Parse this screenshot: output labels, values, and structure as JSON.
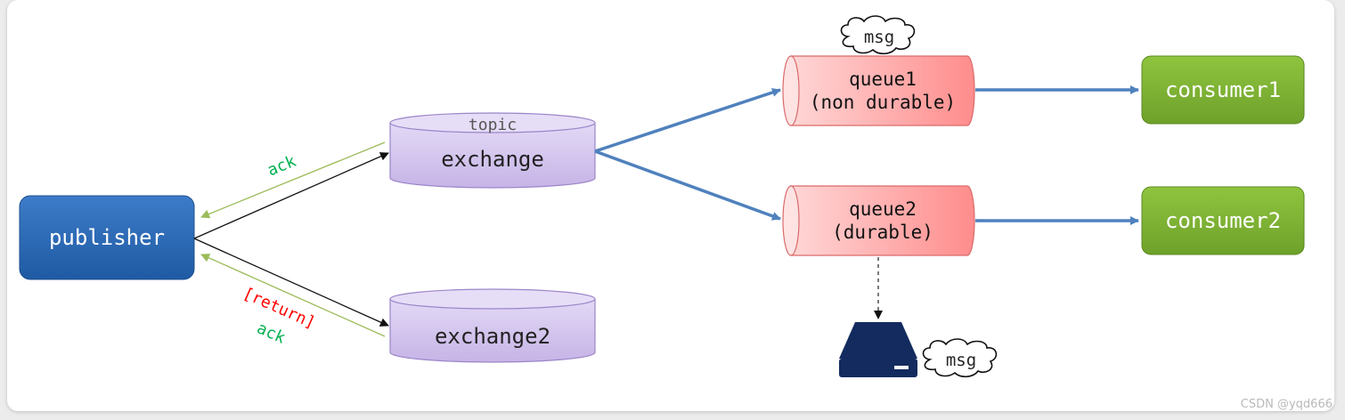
{
  "nodes": {
    "publisher": "publisher",
    "exchange_type": "topic",
    "exchange": "exchange",
    "exchange2": "exchange2",
    "queue1": {
      "name": "queue1",
      "durability": "(non durable)"
    },
    "queue2": {
      "name": "queue2",
      "durability": "(durable)"
    },
    "consumer1": "consumer1",
    "consumer2": "consumer2",
    "msg_cloud_top": "msg",
    "msg_cloud_disk": "msg"
  },
  "edge_labels": {
    "ack_top": "ack",
    "return_bottom": "[return]",
    "ack_bottom": "ack"
  },
  "watermark": "CSDN @yqd666",
  "colors": {
    "publisher": "#2f6db5",
    "exchange": "#d3c5ec",
    "queue": "#ff9999",
    "consumer": "#7fb632",
    "flow_arrow": "#4f81bd",
    "ack_arrow": "#9bbb59",
    "ack_text": "#00b050",
    "return_text": "#ff0000",
    "disk": "#132b5e"
  }
}
